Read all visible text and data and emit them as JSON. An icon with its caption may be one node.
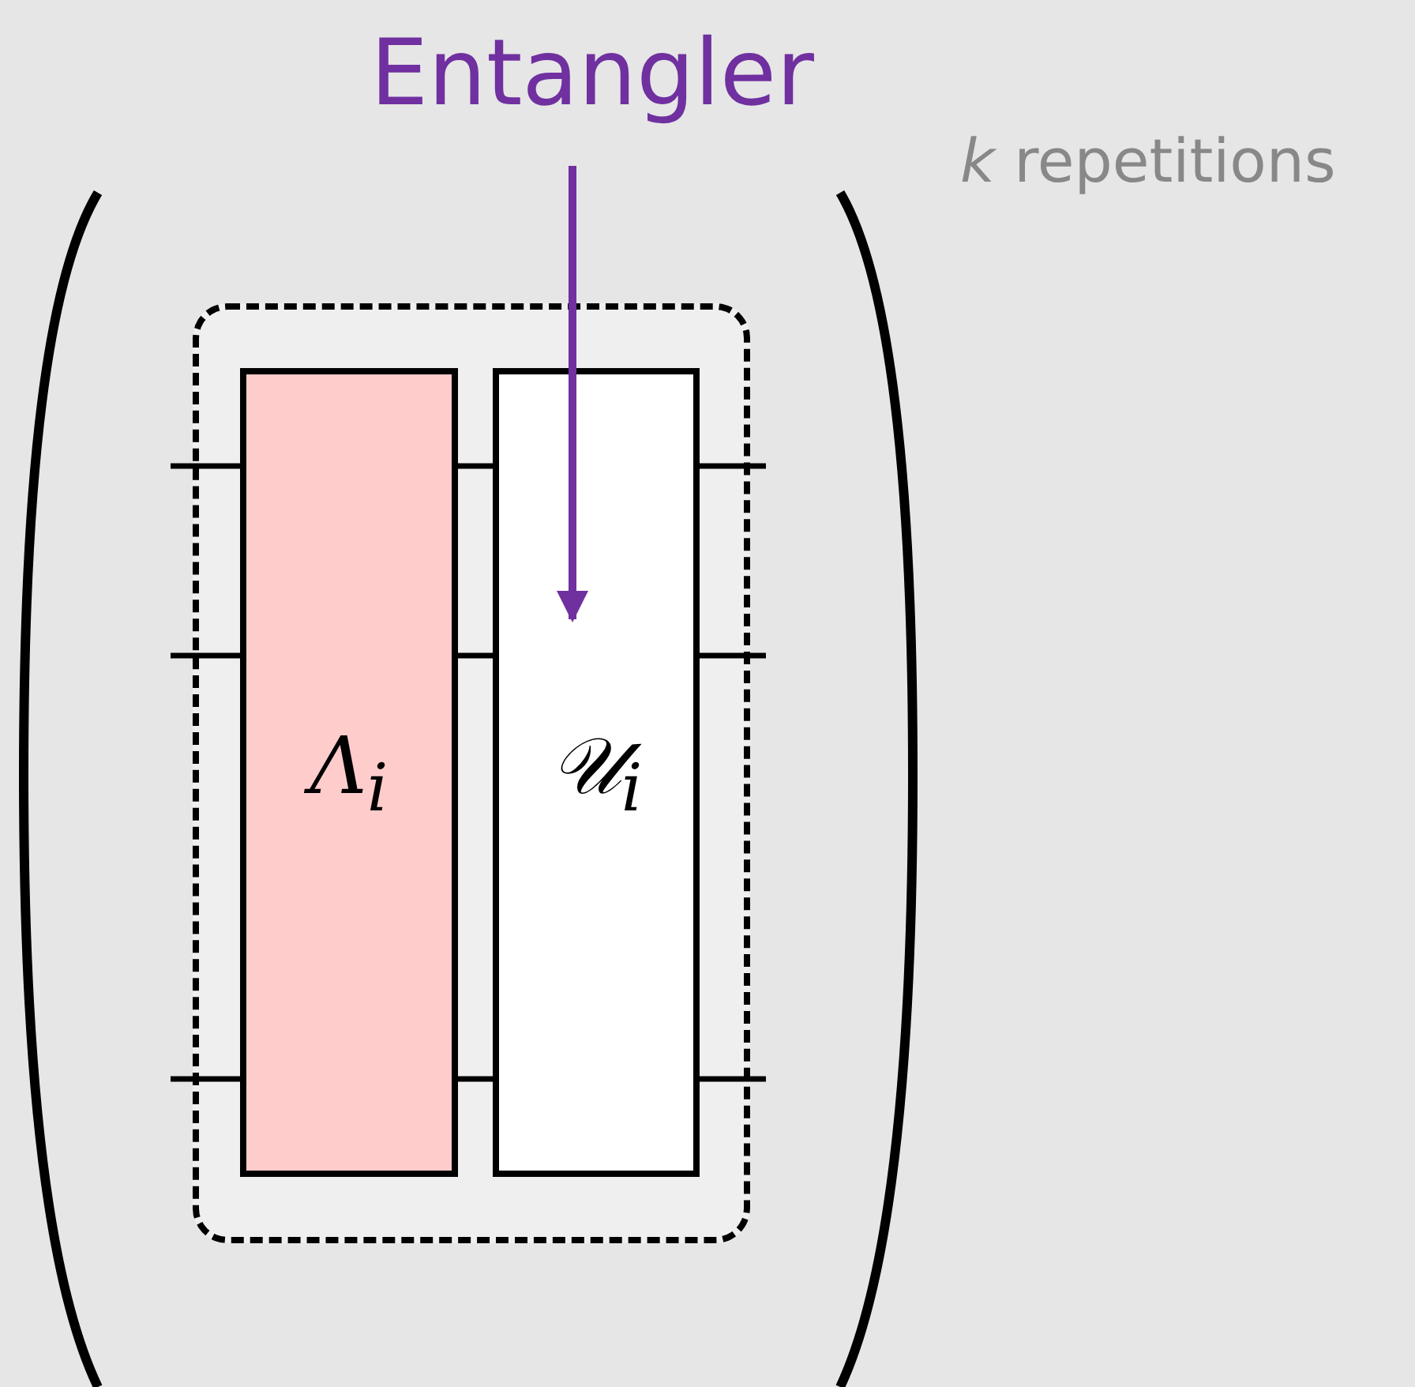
{
  "diagram": {
    "nodes": [
      {
        "text": [
          "Entangler"
        ]
      },
      {
        "text": [],
        "shape": "box"
      },
      {
        "text": [
          "Λ$_{i}$"
        ],
        "in": 1
      },
      {
        "text": [
          "𝒰$_{i}$"
        ],
        "in": 1
      }
    ],
    "edges": [
      {
        "from": 0,
        "to": 3,
        "arrow": "to",
        "color": "#7030a0"
      },
      {
        "from": null,
        "to": 2,
        "arrow": "none"
      },
      {
        "from": null,
        "to": 2,
        "arrow": "none"
      },
      {
        "from": null,
        "to": 2,
        "arrow": "none"
      },
      {
        "from": 2,
        "to": 3,
        "arrow": "none"
      },
      {
        "from": 2,
        "to": 3,
        "arrow": "none"
      },
      {
        "from": 2,
        "to": 3,
        "arrow": "none"
      },
      {
        "from": 3,
        "to": null,
        "arrow": "none"
      },
      {
        "from": 3,
        "to": null,
        "arrow": "none"
      },
      {
        "from": 3,
        "to": null,
        "arrow": "none"
      }
    ],
    "labels": [
      "*k* repetitions"
    ]
  }
}
